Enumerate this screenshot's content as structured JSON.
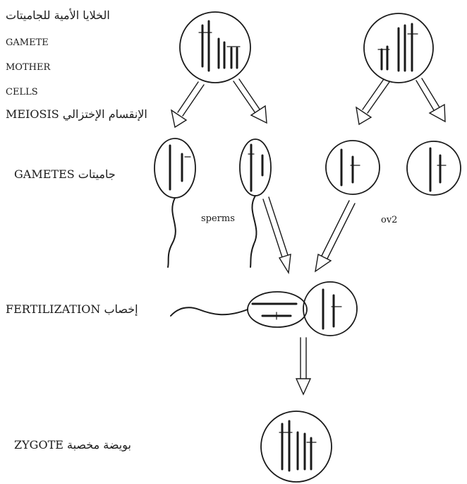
{
  "labels": {
    "mother_cells_ar": "الخلايا الأمية للجاميتات",
    "gamete": "GAMETE",
    "mother": "MOTHER",
    "cells": "CELLS",
    "meiosis": "الإنقسام الإختزالي MEIOSIS",
    "gametes": "جاميتات GAMETES",
    "sperms": "sperms",
    "ova": "ov2",
    "fertilization": "إخصاب FERTILIZATION",
    "zygote": "بويضة مخصبة ZYGOTE"
  },
  "colors": {
    "ink": "#1a1a1a",
    "background": "#ffffff"
  }
}
